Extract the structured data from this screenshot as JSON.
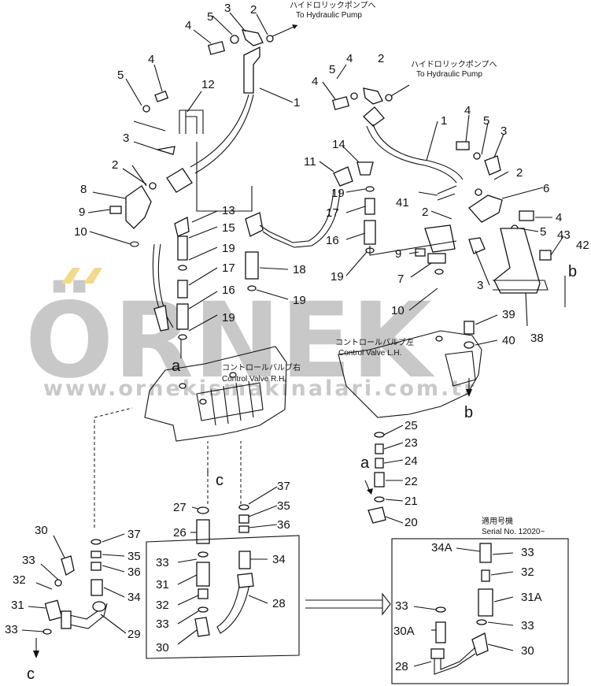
{
  "watermark": {
    "logo": "ÖRNEK",
    "url": "www.ornekismakinalari.com.tr"
  },
  "labels": {
    "pump_jp_left": "ハイドロリックポンプへ",
    "pump_en_left": "To Hydraulic Pump",
    "pump_jp_right": "ハイドロリックポンプへ",
    "pump_en_right": "To Hydraulic Pump",
    "valve_rh_jp": "コントロールバルブ右",
    "valve_rh_en": "Control Valve R.H.",
    "valve_lh_jp": "コントロールバルブ左",
    "valve_lh_en": "Control Valve L.H.",
    "serial_jp": "適用号機",
    "serial_en": "Serial No. 12020~"
  },
  "callouts": [
    "1",
    "12",
    "4",
    "5",
    "3",
    "2",
    "4",
    "5",
    "3",
    "2",
    "8",
    "9",
    "10",
    "13",
    "15",
    "19",
    "17",
    "16",
    "19",
    "18",
    "19",
    "11",
    "14",
    "19",
    "17",
    "16",
    "19",
    "4",
    "2",
    "4",
    "5",
    "41",
    "2",
    "9",
    "7",
    "10",
    "1",
    "4",
    "5",
    "3",
    "2",
    "6",
    "4",
    "5",
    "43",
    "42",
    "3",
    "38",
    "39",
    "40",
    "25",
    "23",
    "24",
    "22",
    "21",
    "20",
    "27",
    "26",
    "37",
    "35",
    "36",
    "37",
    "35",
    "36",
    "34",
    "29",
    "30",
    "33",
    "32",
    "31",
    "33",
    "33",
    "31",
    "32",
    "33",
    "30",
    "34",
    "28",
    "34A",
    "33",
    "32",
    "31A",
    "33",
    "33",
    "30A",
    "30",
    "28"
  ],
  "refs": [
    "a",
    "b",
    "b",
    "a",
    "c",
    "c"
  ]
}
